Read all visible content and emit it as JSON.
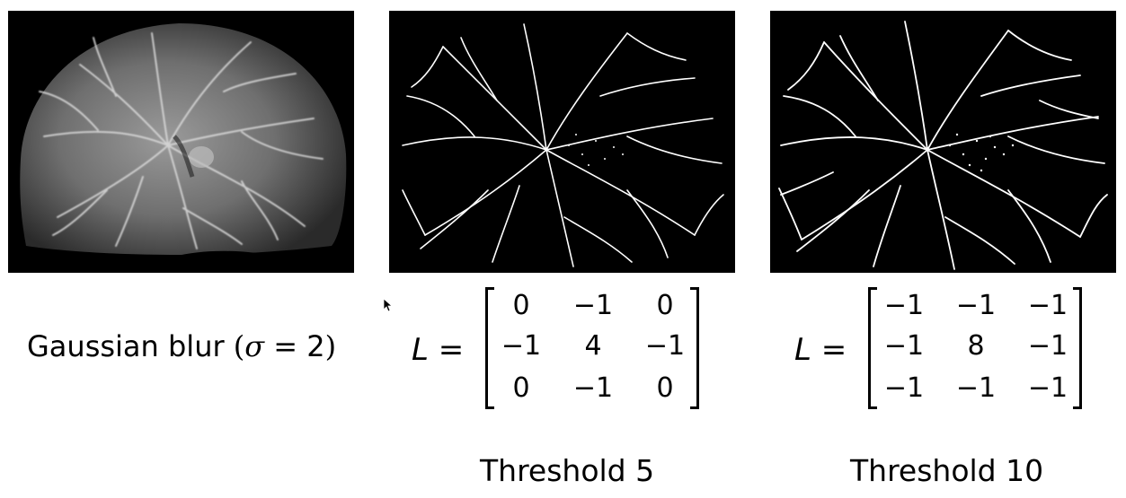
{
  "panels": [
    {
      "caption_text": "Gaussian blur",
      "caption_symbol": "σ",
      "caption_value": "2",
      "style": "grayscale-fundus"
    },
    {
      "style": "binary-vessels"
    },
    {
      "style": "binary-vessels"
    }
  ],
  "equations": [
    {
      "lhs": "L",
      "eq": "=",
      "matrix": [
        [
          "0",
          "−1",
          "0"
        ],
        [
          "−1",
          "4",
          "−1"
        ],
        [
          "0",
          "−1",
          "0"
        ]
      ],
      "threshold_label": "Threshold 5"
    },
    {
      "lhs": "L",
      "eq": "=",
      "matrix": [
        [
          "−1",
          "−1",
          "−1"
        ],
        [
          "−1",
          "8",
          "−1"
        ],
        [
          "−1",
          "−1",
          "−1"
        ]
      ],
      "threshold_label": "Threshold 10"
    }
  ],
  "colors": {
    "background": "#ffffff",
    "panel": "#000000",
    "vessel": "#ffffff"
  },
  "icons": {
    "cursor": "mouse-pointer-icon"
  }
}
